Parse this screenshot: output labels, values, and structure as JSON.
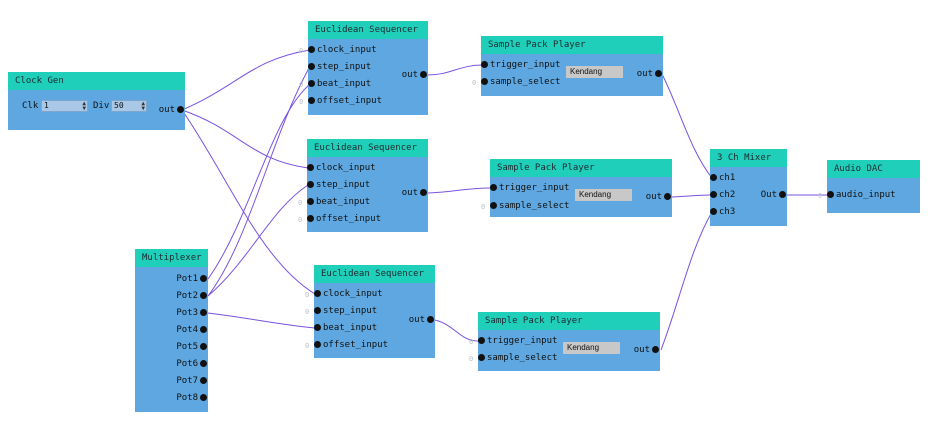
{
  "nodes": {
    "clock_gen": {
      "title": "Clock Gen",
      "clk_label": "Clk",
      "clk_value": "1",
      "div_label": "Div",
      "div_value": "50",
      "out_label": "out"
    },
    "euclid_1": {
      "title": "Euclidean Sequencer",
      "inputs": [
        "clock_input",
        "step_input",
        "beat_input",
        "offset_input"
      ],
      "out_label": "out"
    },
    "euclid_2": {
      "title": "Euclidean Sequencer",
      "inputs": [
        "clock_input",
        "step_input",
        "beat_input",
        "offset_input"
      ],
      "out_label": "out"
    },
    "euclid_3": {
      "title": "Euclidean Sequencer",
      "inputs": [
        "clock_input",
        "step_input",
        "beat_input",
        "offset_input"
      ],
      "out_label": "out"
    },
    "sampler_1": {
      "title": "Sample Pack Player",
      "inputs": [
        "trigger_input",
        "sample_select"
      ],
      "selected_pack": "Kendang",
      "out_label": "out"
    },
    "sampler_2": {
      "title": "Sample Pack Player",
      "inputs": [
        "trigger_input",
        "sample_select"
      ],
      "selected_pack": "Kendang",
      "out_label": "out"
    },
    "sampler_3": {
      "title": "Sample Pack Player",
      "inputs": [
        "trigger_input",
        "sample_select"
      ],
      "selected_pack": "Kendang",
      "out_label": "out"
    },
    "mixer": {
      "title": "3 Ch Mixer",
      "inputs": [
        "ch1",
        "ch2",
        "ch3"
      ],
      "out_label": "Out"
    },
    "dac": {
      "title": "Audio DAC",
      "inputs": [
        "audio_input"
      ]
    },
    "multiplexer": {
      "title": "Multiplexer",
      "outputs": [
        "Pot1",
        "Pot2",
        "Pot3",
        "Pot4",
        "Pot5",
        "Pot6",
        "Pot7",
        "Pot8"
      ]
    }
  },
  "unconnected_marker": "0",
  "colors": {
    "node_body": "#5ea7e0",
    "node_header": "#1fcfba",
    "wire": "#7a52e0",
    "port": "#111111"
  }
}
